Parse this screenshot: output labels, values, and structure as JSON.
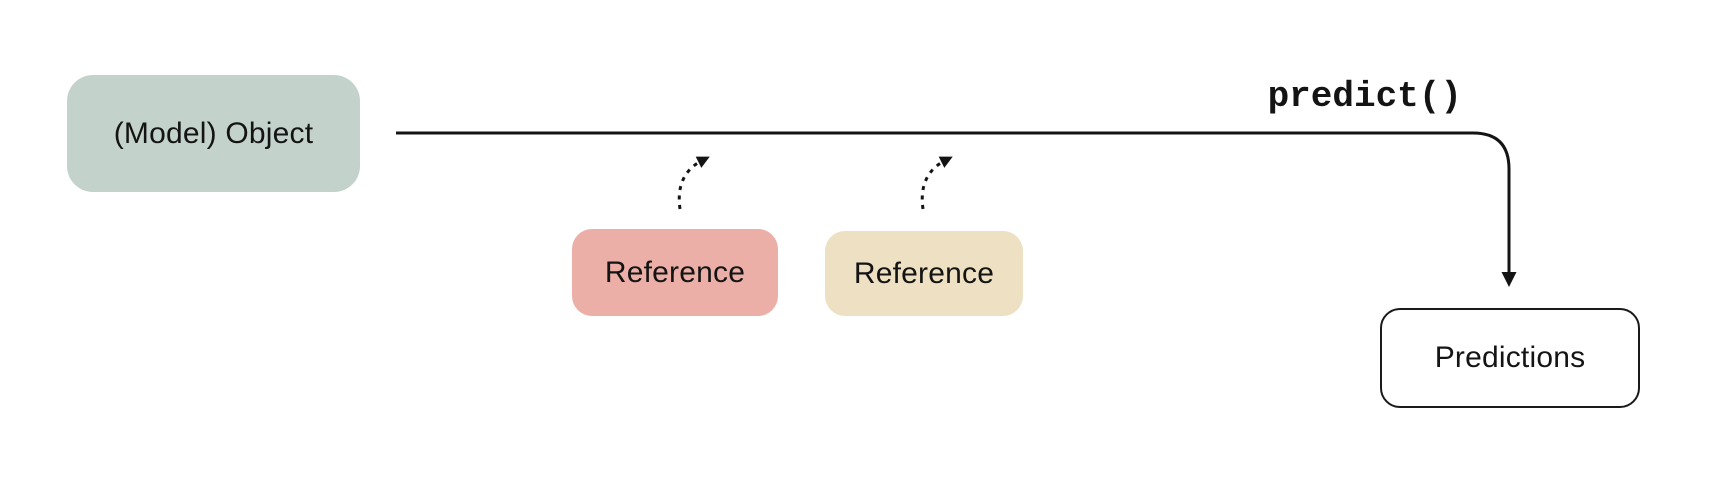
{
  "diagram": {
    "nodes": {
      "model": {
        "label": "(Model) Object",
        "fill": "#c3d3cc"
      },
      "reference_1": {
        "label": "Reference",
        "fill": "#ecafa7"
      },
      "reference_2": {
        "label": "Reference",
        "fill": "#eee0c2"
      },
      "predictions": {
        "label": "Predictions",
        "fill": "#ffffff",
        "border_color": "#1a1a1a"
      }
    },
    "labels": {
      "method": "predict()"
    },
    "colors": {
      "line": "#141414",
      "background": "#ffffff"
    }
  }
}
